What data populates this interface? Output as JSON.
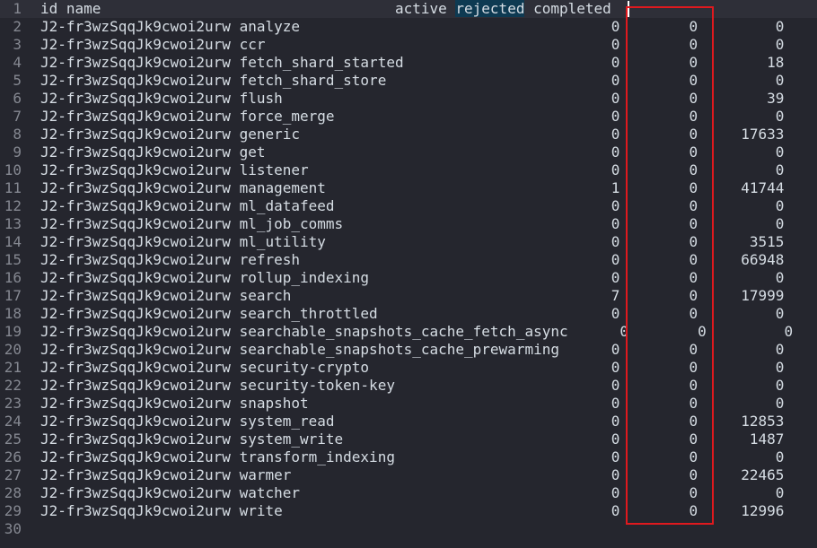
{
  "highlight_color": "#e0191e",
  "header": [
    "id",
    "name",
    "active",
    "rejected",
    "completed"
  ],
  "selected_text": "rejected",
  "rows": [
    [
      "J2-fr3wzSqqJk9cwoi2urw",
      "analyze",
      "0",
      "0",
      "0"
    ],
    [
      "J2-fr3wzSqqJk9cwoi2urw",
      "ccr",
      "0",
      "0",
      "0"
    ],
    [
      "J2-fr3wzSqqJk9cwoi2urw",
      "fetch_shard_started",
      "0",
      "0",
      "18"
    ],
    [
      "J2-fr3wzSqqJk9cwoi2urw",
      "fetch_shard_store",
      "0",
      "0",
      "0"
    ],
    [
      "J2-fr3wzSqqJk9cwoi2urw",
      "flush",
      "0",
      "0",
      "39"
    ],
    [
      "J2-fr3wzSqqJk9cwoi2urw",
      "force_merge",
      "0",
      "0",
      "0"
    ],
    [
      "J2-fr3wzSqqJk9cwoi2urw",
      "generic",
      "0",
      "0",
      "17633"
    ],
    [
      "J2-fr3wzSqqJk9cwoi2urw",
      "get",
      "0",
      "0",
      "0"
    ],
    [
      "J2-fr3wzSqqJk9cwoi2urw",
      "listener",
      "0",
      "0",
      "0"
    ],
    [
      "J2-fr3wzSqqJk9cwoi2urw",
      "management",
      "1",
      "0",
      "41744"
    ],
    [
      "J2-fr3wzSqqJk9cwoi2urw",
      "ml_datafeed",
      "0",
      "0",
      "0"
    ],
    [
      "J2-fr3wzSqqJk9cwoi2urw",
      "ml_job_comms",
      "0",
      "0",
      "0"
    ],
    [
      "J2-fr3wzSqqJk9cwoi2urw",
      "ml_utility",
      "0",
      "0",
      "3515"
    ],
    [
      "J2-fr3wzSqqJk9cwoi2urw",
      "refresh",
      "0",
      "0",
      "66948"
    ],
    [
      "J2-fr3wzSqqJk9cwoi2urw",
      "rollup_indexing",
      "0",
      "0",
      "0"
    ],
    [
      "J2-fr3wzSqqJk9cwoi2urw",
      "search",
      "7",
      "0",
      "17999"
    ],
    [
      "J2-fr3wzSqqJk9cwoi2urw",
      "search_throttled",
      "0",
      "0",
      "0"
    ],
    [
      "J2-fr3wzSqqJk9cwoi2urw",
      "searchable_snapshots_cache_fetch_async",
      "0",
      "0",
      "0"
    ],
    [
      "J2-fr3wzSqqJk9cwoi2urw",
      "searchable_snapshots_cache_prewarming",
      "0",
      "0",
      "0"
    ],
    [
      "J2-fr3wzSqqJk9cwoi2urw",
      "security-crypto",
      "0",
      "0",
      "0"
    ],
    [
      "J2-fr3wzSqqJk9cwoi2urw",
      "security-token-key",
      "0",
      "0",
      "0"
    ],
    [
      "J2-fr3wzSqqJk9cwoi2urw",
      "snapshot",
      "0",
      "0",
      "0"
    ],
    [
      "J2-fr3wzSqqJk9cwoi2urw",
      "system_read",
      "0",
      "0",
      "12853"
    ],
    [
      "J2-fr3wzSqqJk9cwoi2urw",
      "system_write",
      "0",
      "0",
      "1487"
    ],
    [
      "J2-fr3wzSqqJk9cwoi2urw",
      "transform_indexing",
      "0",
      "0",
      "0"
    ],
    [
      "J2-fr3wzSqqJk9cwoi2urw",
      "warmer",
      "0",
      "0",
      "22465"
    ],
    [
      "J2-fr3wzSqqJk9cwoi2urw",
      "watcher",
      "0",
      "0",
      "0"
    ],
    [
      "J2-fr3wzSqqJk9cwoi2urw",
      "write",
      "0",
      "0",
      "12996"
    ]
  ],
  "line_count": 30
}
